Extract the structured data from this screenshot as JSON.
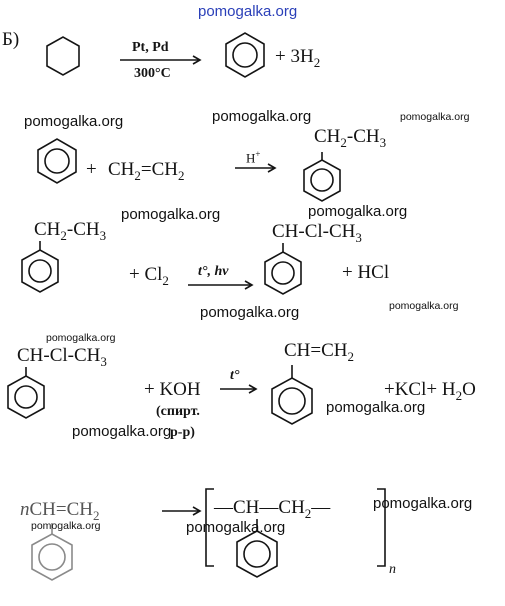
{
  "watermark": {
    "header": "pomogalka.org",
    "text": "pomogalka.org"
  },
  "part_label": "Б)",
  "reaction1": {
    "catalyst": "Pt, Pd",
    "temperature": "300°C",
    "product": "+ 3H",
    "product_sub": "2"
  },
  "reaction2": {
    "plus": "+",
    "reagent_a": "CH",
    "reagent_sub1": "2",
    "reagent_b": "=CH",
    "reagent_sub2": "2",
    "catalyst": "H",
    "catalyst_sup": "+",
    "product_a": "CH",
    "product_sub1": "2",
    "product_b": "-CH",
    "product_sub2": "3"
  },
  "reaction3": {
    "reactant_a": "CH",
    "reactant_sub1": "2",
    "reactant_b": "-CH",
    "reactant_sub2": "3",
    "reagent": "+ Cl",
    "reagent_sub": "2",
    "conditions": "t°, hν",
    "product": "CH-Cl-CH",
    "product_sub": "3",
    "byproduct": "+ HCl"
  },
  "reaction4": {
    "reactant": "CH-Cl-CH",
    "reactant_sub": "3",
    "reagent": "+ KOH",
    "conditions": "t°",
    "solvent_line1": "(спирт.",
    "solvent_line2": "р-р)",
    "product_a": "CH=CH",
    "product_sub": "2",
    "byproducts_a": "+KCl+ H",
    "byproducts_sub": "2",
    "byproducts_b": "O"
  },
  "reaction5": {
    "monomer_n": "n",
    "monomer_a": "CH=CH",
    "monomer_sub": "2",
    "polymer_a": "—CH—CH",
    "polymer_sub": "2",
    "polymer_b": "—",
    "polymer_n": "n"
  }
}
